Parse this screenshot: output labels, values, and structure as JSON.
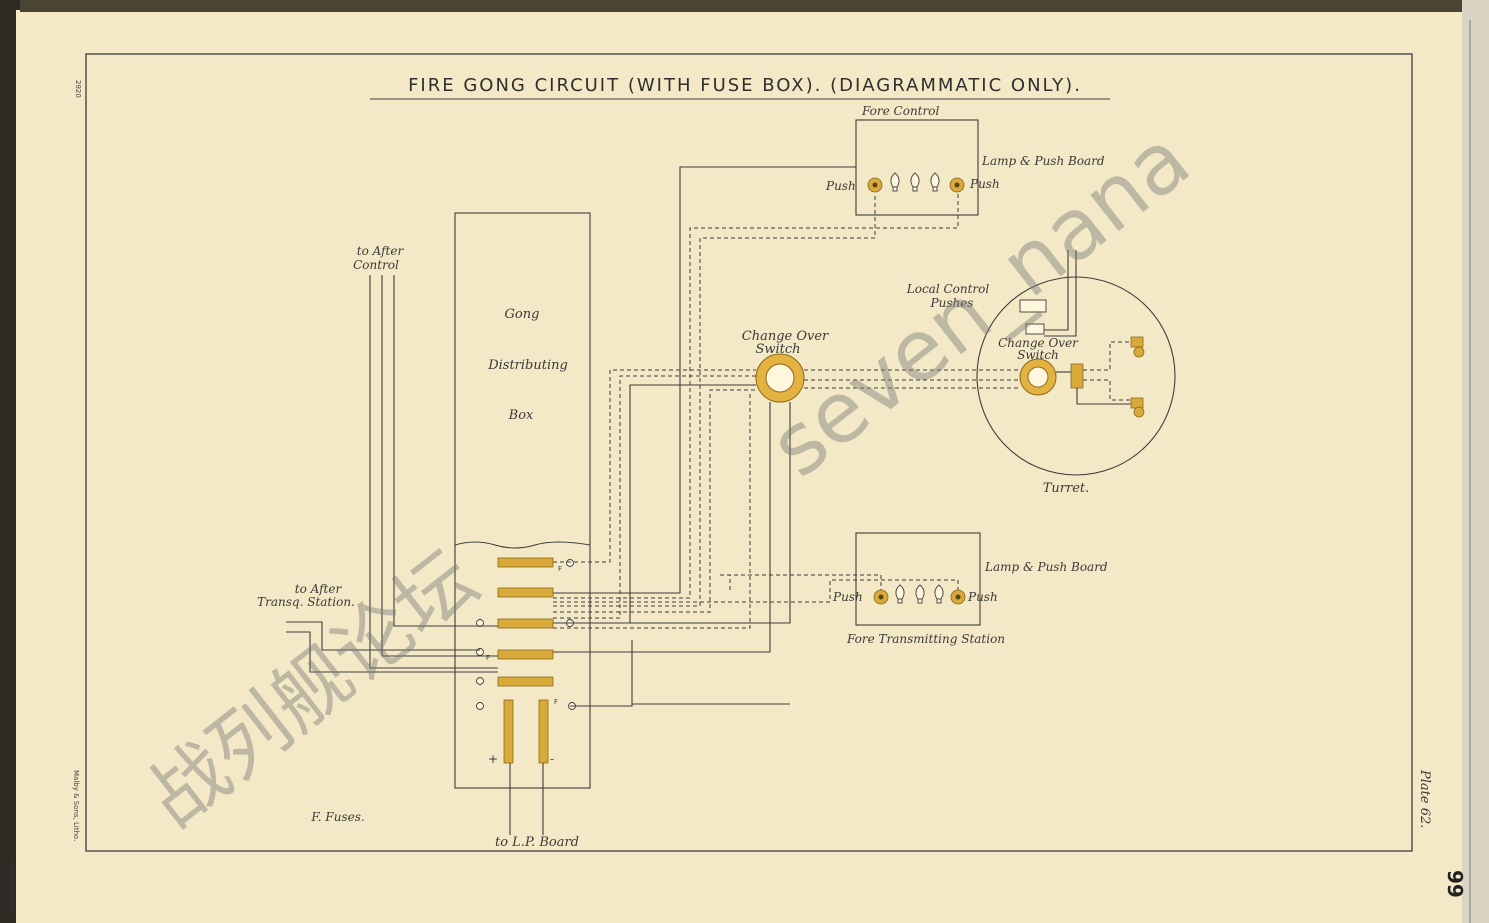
{
  "title": "FIRE GONG CIRCUIT (WITH FUSE BOX).  (DIAGRAMMATIC ONLY).",
  "side_code": "2920",
  "labels": {
    "fore_control": "Fore Control",
    "lamp_push_board_top": "Lamp & Push Board",
    "push_left_top": "Push",
    "push_right_top": "Push",
    "to_after_control_1": "to After",
    "to_after_control_2": "Control",
    "gong_1": "Gong",
    "gong_2": "Distributing",
    "gong_3": "Box",
    "change_over_switch_1": "Change Over",
    "change_over_switch_2": "Switch",
    "local_control_1": "Local Control",
    "local_control_2": "Pushes",
    "turret_switch_1": "Change Over",
    "turret_switch_2": "Switch",
    "turret": "Turret.",
    "lamp_push_board_bottom": "Lamp & Push Board",
    "push_left_bottom": "Push",
    "push_right_bottom": "Push",
    "fore_transmitting": "Fore Transmitting Station",
    "to_after_transq_1": "to After",
    "to_after_transq_2": "Transq. Station.",
    "fuses": "F. Fuses.",
    "to_lp_board": "to L.P. Board",
    "plus": "+",
    "minus": "-",
    "fuse_f": "F",
    "printer": "Malby & Sons, Litho.",
    "plate": "Plate 62.",
    "page_number": "99"
  },
  "watermark": {
    "cn": "战列舰论坛",
    "en": "seven_nana"
  },
  "colors": {
    "paper": "#f3e9c6",
    "ink": "#3d3d3d",
    "gold": "#d9a93a"
  }
}
